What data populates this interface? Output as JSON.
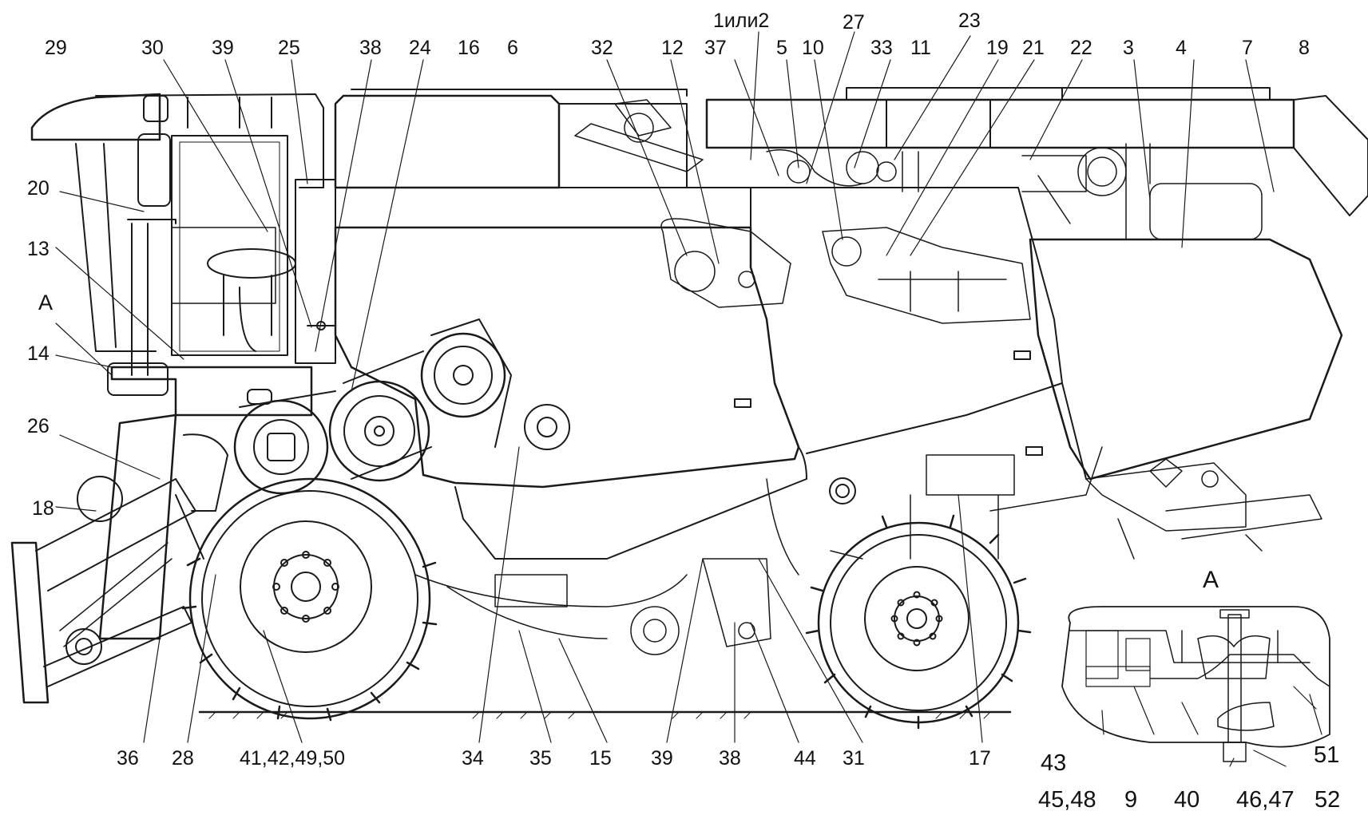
{
  "diagram": {
    "callouts_top": [
      "29",
      "30",
      "39",
      "25",
      "38",
      "24",
      "16",
      "6",
      "32",
      "12",
      "37",
      "1или2",
      "5",
      "10",
      "27",
      "33",
      "11",
      "23",
      "19",
      "21",
      "22",
      "3",
      "4",
      "7",
      "8"
    ],
    "callouts_left": [
      "20",
      "13",
      "A",
      "14",
      "26",
      "18"
    ],
    "callouts_bottom": [
      "36",
      "28",
      "41,42,49,50",
      "34",
      "35",
      "15",
      "39",
      "38",
      "44",
      "31",
      "17"
    ],
    "detail_view": {
      "title": "A",
      "labels": [
        "43",
        "45,48",
        "9",
        "40",
        "46,47",
        "52",
        "51"
      ]
    }
  },
  "colors": {
    "line": "#1a1a1a",
    "paper": "#ffffff",
    "text": "#111111"
  }
}
